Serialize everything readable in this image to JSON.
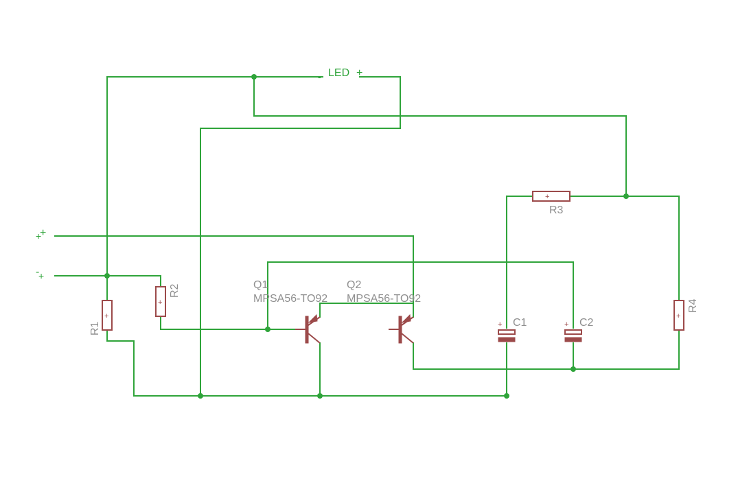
{
  "schematic": {
    "colors": {
      "wire": "#2fa43a",
      "part": "#9c4a4a",
      "label": "#8f8f8f",
      "background": "#ffffff"
    },
    "connectors": {
      "plus": {
        "label": "+",
        "pin": "+"
      },
      "minus": {
        "label": "-",
        "pin": "+"
      },
      "led": {
        "label": "LED",
        "left_pin": "-",
        "right_pin": "+"
      }
    },
    "resistors": [
      {
        "name": "R1",
        "pin": "+"
      },
      {
        "name": "R2",
        "pin": "+"
      },
      {
        "name": "R3",
        "pin": "+"
      },
      {
        "name": "R4",
        "pin": "+"
      }
    ],
    "transistors": [
      {
        "name": "Q1",
        "value": "MPSA56-TO92"
      },
      {
        "name": "Q2",
        "value": "MPSA56-TO92"
      }
    ],
    "capacitors": [
      {
        "name": "C1",
        "polarity": "+"
      },
      {
        "name": "C2",
        "polarity": "+"
      }
    ]
  }
}
